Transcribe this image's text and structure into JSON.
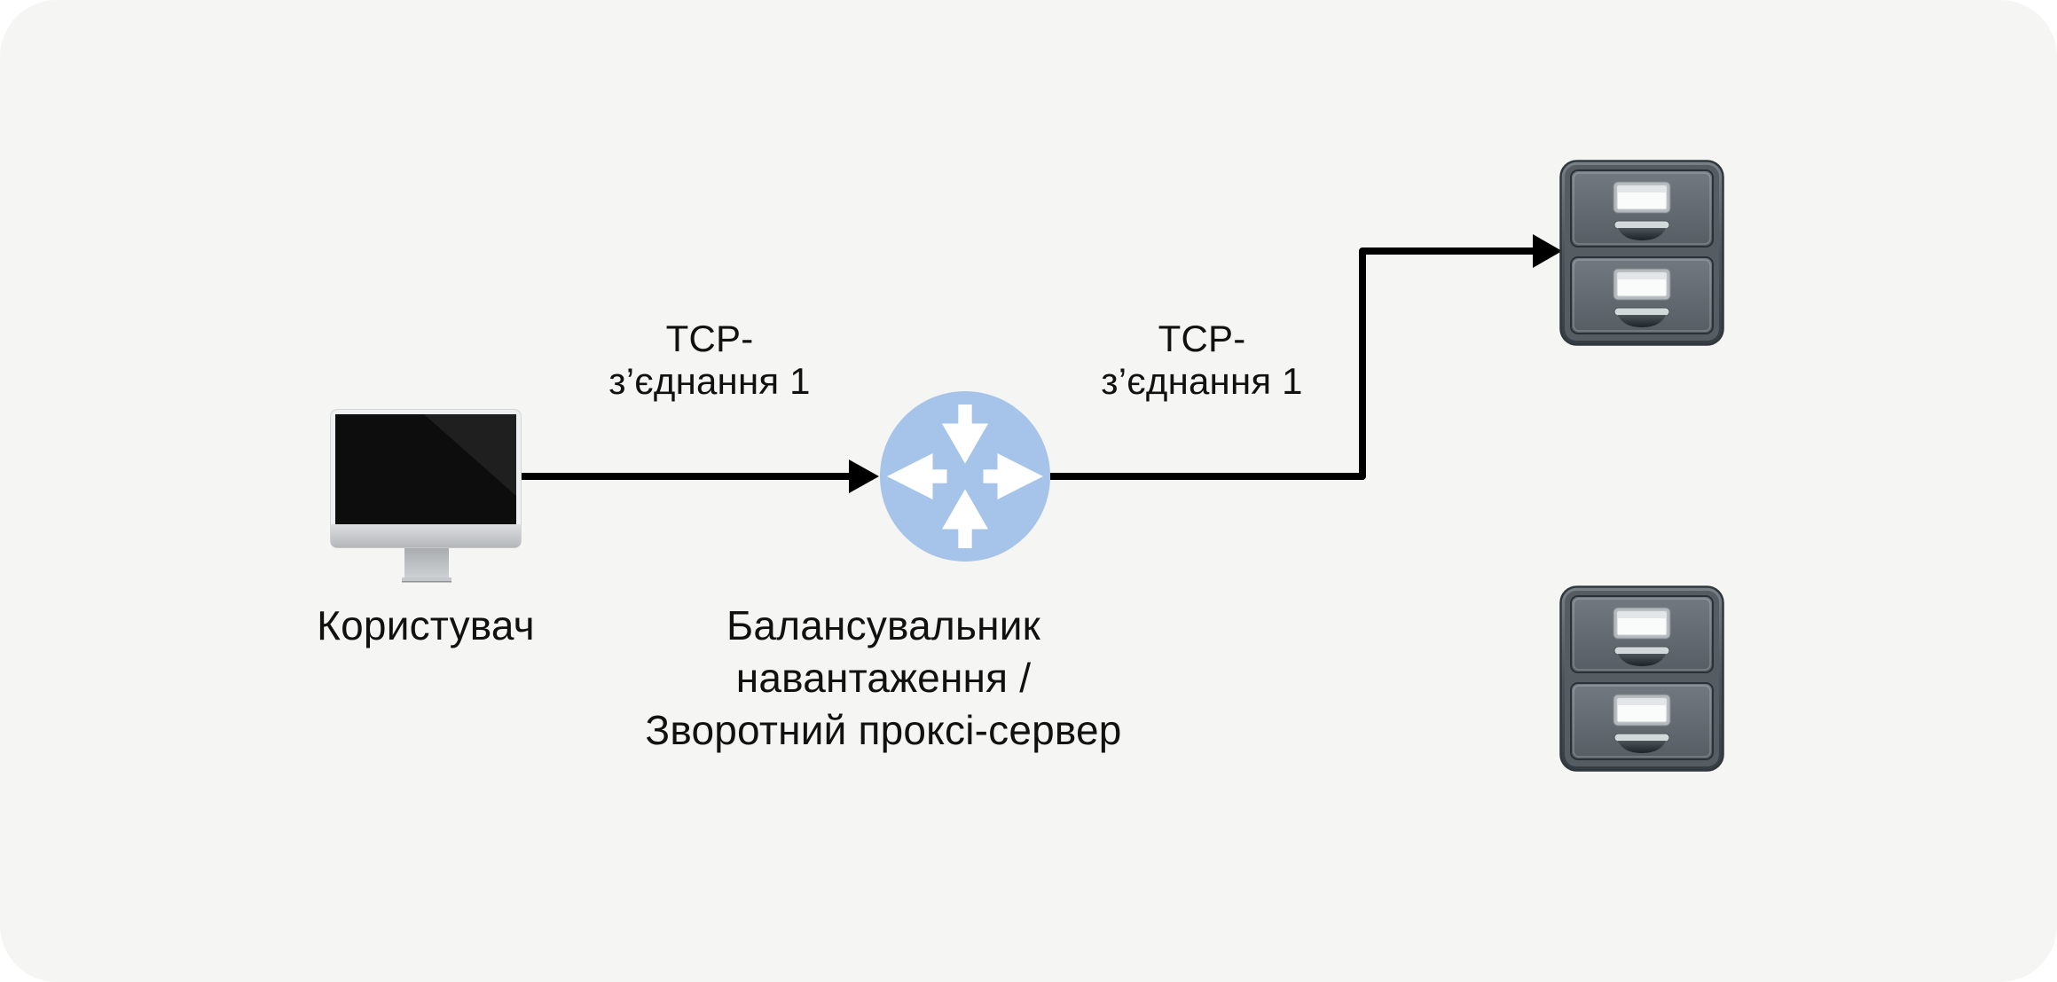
{
  "colors": {
    "panel_background": "#f5f5f4",
    "page_background": "#ffffff",
    "line_color": "#000000",
    "text_color": "#111111",
    "load_balancer_circle": "#a6c3e9"
  },
  "nodes": {
    "user": {
      "label": "Користувач",
      "icon": "imac-computer-icon"
    },
    "load_balancer": {
      "label_lines": [
        "Балансувальник",
        "навантаження /",
        "Зворотний проксі-сервер"
      ],
      "icon": "load-balancer-icon",
      "circle_color": "#a6c3e9"
    },
    "server_top": {
      "icon": "file-cabinet-icon"
    },
    "server_bottom": {
      "icon": "file-cabinet-icon"
    }
  },
  "edges": [
    {
      "from": "user",
      "to": "load_balancer",
      "label_lines": [
        "TCP-",
        "з’єднання 1"
      ]
    },
    {
      "from": "load_balancer",
      "to": "server_top",
      "label_lines": [
        "TCP-",
        "з’єднання 1"
      ]
    }
  ]
}
